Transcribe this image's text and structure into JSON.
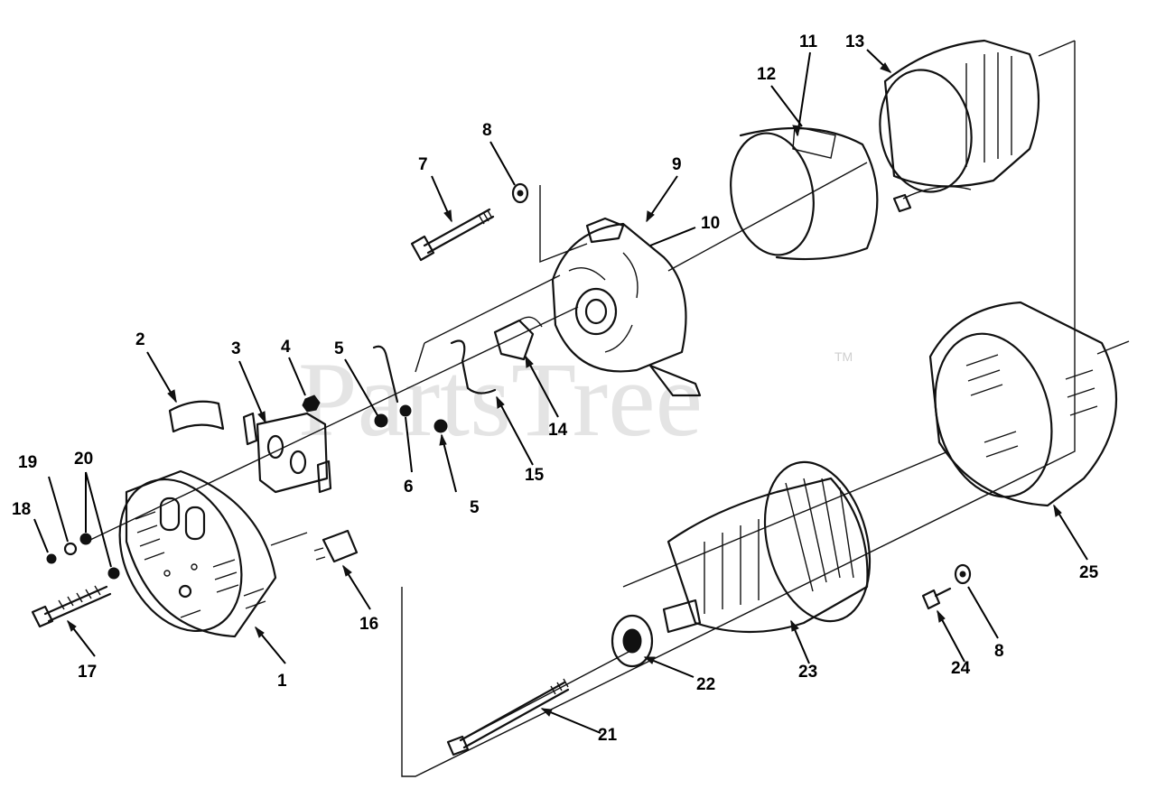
{
  "diagram": {
    "watermark": "PartsTree",
    "trademark": "TM",
    "callouts": [
      {
        "id": "c1",
        "label": "1"
      },
      {
        "id": "c2",
        "label": "2"
      },
      {
        "id": "c3",
        "label": "3"
      },
      {
        "id": "c4",
        "label": "4"
      },
      {
        "id": "c5a",
        "label": "5"
      },
      {
        "id": "c5b",
        "label": "5"
      },
      {
        "id": "c6",
        "label": "6"
      },
      {
        "id": "c7",
        "label": "7"
      },
      {
        "id": "c8a",
        "label": "8"
      },
      {
        "id": "c8b",
        "label": "8"
      },
      {
        "id": "c9",
        "label": "9"
      },
      {
        "id": "c10",
        "label": "10"
      },
      {
        "id": "c11",
        "label": "11"
      },
      {
        "id": "c12",
        "label": "12"
      },
      {
        "id": "c13",
        "label": "13"
      },
      {
        "id": "c14",
        "label": "14"
      },
      {
        "id": "c15",
        "label": "15"
      },
      {
        "id": "c16",
        "label": "16"
      },
      {
        "id": "c17",
        "label": "17"
      },
      {
        "id": "c18",
        "label": "18"
      },
      {
        "id": "c19",
        "label": "19"
      },
      {
        "id": "c20",
        "label": "20"
      },
      {
        "id": "c21",
        "label": "21"
      },
      {
        "id": "c22",
        "label": "22"
      },
      {
        "id": "c23",
        "label": "23"
      },
      {
        "id": "c24",
        "label": "24"
      },
      {
        "id": "c25",
        "label": "25"
      }
    ]
  }
}
